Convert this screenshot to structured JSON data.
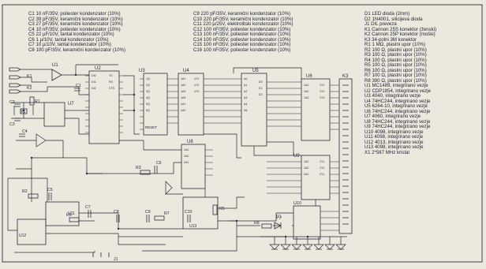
{
  "parts_left": [
    "C1 10 nF/35V, poliester kondenzator (10%)",
    "C2 39 pF/35V, keramični kondenzator (10%)",
    "C3 27 pF/35V, keramični kondenzator (10%)",
    "C4 10 nF/35V, poliester kondenzator (10%)",
    "C5 22 µF/10V, tantal kondenzator (10%)",
    "C6 1 µ/10V, tantal kondenzator (10%)",
    "C7 10 µ/10V, tantal kondenzator (10%)",
    "C8 100 pF/35V, keramični kondenzator (10%)"
  ],
  "parts_middle": [
    "C9 220 pF/35V, keramični kondenzator (10%)",
    "C10 220 pF/35V, keramični kondenzator (10%)",
    "C11 220 µ/25V, elektrolitski kondenzator (10%)",
    "C12 100 nF/35V, poliester kondenzator (10%)",
    "C13 100 nF/35V, poliester kondenzator (10%)",
    "C14 100 nF/35V, poliester kondenzator (10%)",
    "C15 100 nF/35V, poliester kondenzator (10%)",
    "C16 100 nF/35V, poliester kondenzator (10%)"
  ],
  "parts_right": [
    "D1 LED dioda (2mm)",
    "D2 1N4001, silicijeva dioda",
    "J1 DIL preveza",
    "K1 Cannon 25S konektor (ženski)",
    "K2 Cannon 25P konektor (moški)",
    "K3 34-polni 3M konektor",
    "R1 1 MΩ, plastni upor (10%)",
    "R2 100 Ω, plastni upor (10%)",
    "R3 100 Ω, plastni upor (10%)",
    "R4 100 Ω, plastni upor (10%)",
    "R5 100 Ω, plastni upor (10%)",
    "R6 100 Ω, plastni upor (10%)",
    "R7 100 Ω, plastni upor (10%)",
    "R8 390 Ω, plastni upor (10%)",
    "U1 MC1489, integrirano vezje",
    "U2 CDP1854, integrirano vezje",
    "U3 4040, integrirano vezje",
    "U4 74HC244, integrirano vezje",
    "U5 6264-10, integrirano vezje",
    "U6 74HC244, integrirano vezje",
    "U7 4060, integrirano vezje",
    "U8 74HC244, integrirano vezje",
    "U9 74HC244, integrirano vezje",
    "U10 4098, integrirano vezje",
    "U11 4098, integrirano vezje",
    "U12 4013, integrirano vezje",
    "U13 4098, integrirano vezje",
    "X1 2*567 MHz kristal"
  ],
  "schematic": {
    "chips": [
      "U1",
      "U2",
      "U3",
      "U4",
      "U5",
      "U6",
      "K3",
      "U7",
      "U8",
      "U9",
      "U10",
      "U11",
      "U12",
      "U13"
    ],
    "small_labels": [
      "K1",
      "K2",
      "X1",
      "C1",
      "C2",
      "C3",
      "C4",
      "C5",
      "C6",
      "C7",
      "C8",
      "C9",
      "C10",
      "R1",
      "R2",
      "R3",
      "R5",
      "R6",
      "R7",
      "R8",
      "D1",
      "J1",
      "RESET"
    ]
  }
}
